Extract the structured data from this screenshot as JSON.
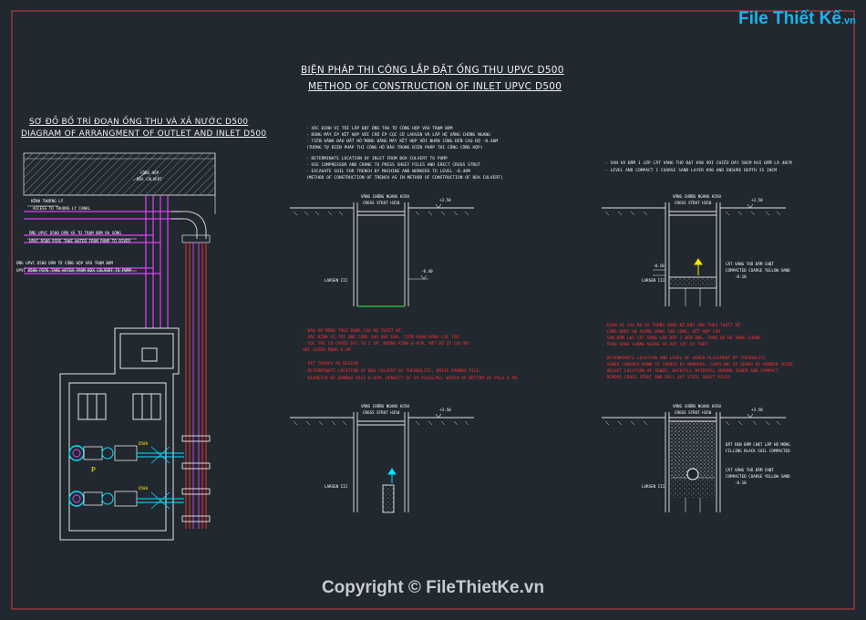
{
  "logo": {
    "text": "File Thiết Kế",
    "suffix": ".vn"
  },
  "main_title": {
    "vi": "BIỆN PHÁP THI CÔNG LẮP ĐẶT ỐNG THU UPVC D500",
    "en": "METHOD OF CONSTRUCTION OF INLET UPVC D500"
  },
  "left_title": {
    "vi": "SƠ ĐỒ BỐ TRÍ ĐOẠN ỐNG THU VÀ XẢ NƯỚC D500",
    "en": "DIAGRAM OF ARRANGMENT OF OUTLET AND INLET D500"
  },
  "left_labels": {
    "box_culvert_vi": "CỐNG HỘP",
    "box_culvert_en": "BOX CULVERT",
    "canal_vi": "KÊNH THƯỜNG LÝ",
    "canal_en": "ACCESS TO THUONG LY CANAL",
    "outlet_vi": "ỐNG UPVC D500 DẪN XẢ TỪ TRẠM BƠM RA SÔNG",
    "outlet_en": "UPVC D500 PIPE TAKE WATER FROM PUMP TO RIVER",
    "inlet_vi": "ỐNG UPVC D500 DẪN TỪ CỐNG HỘP VÀO TRẠM BƠM",
    "inlet_en": "UPVC D500 PIPE TAKE WATER FROM BOX CULVERT TO PUMP",
    "pipe_top": "D500",
    "pipe_bottom": "D500",
    "pump_mark": "P"
  },
  "notes_top_left": [
    "- XÁC ĐỊNH VỊ TRÍ LẮP ĐẶT ỐNG THU TỪ CỐNG HỘP VÀO TRẠM BƠM",
    "- DÙNG MÁY ÉP KẾT HỢP VỚI CẨU ÉP CỌC CỪ LARSEN VÀ LẮP HỆ VĂNG CHỐNG NGANG",
    "- TIẾN HÀNH ĐÀO ĐẤT HỐ MÓNG BẰNG MÁY KẾT HỢP VỚI NHÂN CÔNG ĐẾN CAO ĐỘ -0.40M",
    "(TƯƠNG TỰ BIỆN PHÁP THI CÔNG HỐ ĐÀO TRONG BIỆN PHÁP THI CÔNG CỐNG HỘP)",
    "- DETERMINATE LOCATION OF INLET FROM BOX CULVERT TO PUMP",
    "- USE COMPRESSOR AND CRANE TO PRESS SHEET PILES AND ERECT CROSS STRUT",
    "- EXCAVATE SOIL FOR TRENCH BY MACHINE AND WORKERS TO LEVEL -0.40M",
    "(METHOD OF CONSTRUCTION OF TRENCH AS IN METHOD OF CONSTRUCTION OF BOX CULVERT)"
  ],
  "notes_top_right": [
    "- SAN VÀ ĐẦM 1 LỚP CÁT VÀNG THÔ ĐẠT K90 VỚI CHIỀU DÀY 50CM KHI ĐẦM LÀ 40CM",
    "- LEVEL AND COMPACT 1 COARSE SAND LAYER K90 AND ENSURE DEPTH IS 20CM"
  ],
  "notes_mid_left": [
    "- ĐÀO HỐ MÓNG THEO ĐÚNG CAO ĐỘ THIẾT KẾ",
    "- XÁC ĐỊNH VỊ TRÍ ỐNG CỐNG SAU KHI ĐÀO, TIẾN HÀNH ĐÓNG CỌC TRE",
    "- CỌC TRE CÓ CHIỀU DÀI TỪ 2.5M, ĐƯỜNG KÍNH 6-8CM, MẬT ĐỘ 25 CỌC/M2",
    "VỚI CHIỀU RỘNG 0.5M",
    "- PIT TRENCH AS DESIGN",
    "- DETERMINATE LOCATION OF BOX CULVERT BY THEODOLITE, DRIVE BAMBOO PILE",
    "- DIAMETER OF BAMBOO PILE 6-8CM, DENSITY OF 25 PILES/M2, WIDTH OF BOTTOM OF PILE 0.5M"
  ],
  "notes_mid_right": [
    "- ĐỊNH VỊ CAO ĐỘ VÀ THẲNG HÀNG ĐỂ ĐẶT ỐNG THEO THIẾT KẾ",
    "- CỐNG ĐƯỢC HẠ XUỐNG BẰNG THỦ CÔNG, KẾT HỢP CẨU",
    "- SAN ĐẦM LẠI CÁT VÀNG LẤP ĐẦY 2 BÊN ỐNG, THÁO DỠ HỆ VĂNG CHỐNG",
    "- THÁO VĂNG CHỐNG NGANG VÀ RÚT CỌC CỪ THÉP",
    "- DETERMINATE LOCATION AND LEVEL OF SEWER PLACEMENT BY THEODOLITE",
    "- SEWER LOWERED DOWN TO TRENCH BY WORKERS, COUPLING OF SEWER BY RUBBER JOINT",
    "- ADJUST LOCATION OF SEWER, BACKFILL MATERIAL AROUND SEWER AND COMPACT",
    "- REMOVE CROSS STRUT AND PULL OUT STEEL SHEET PILES"
  ],
  "sections": {
    "strut": "VĂNG CHỐNG NGANG H350",
    "strut_en": "CROSS STRUT H350",
    "level_top": "+3.50",
    "level_040": "-0.40",
    "level_010": "-0.10",
    "larsen": "LARSEN III",
    "sand_vi": "CÁT VÀNG THÔ ĐẦM CHẶT",
    "sand_en": "COMPACTED COARSE YELLOW SAND",
    "fill_vi": "ĐẤT ĐEN ĐẦM CHẶT LẤP HỐ MÓNG",
    "fill_en": "FILLING BLACK SOIL COMPACTED"
  },
  "copyright": "Copyright © FileThietKe.vn",
  "colors": {
    "background": "#212830",
    "border": "#d04040",
    "cyan": "#00e5ff",
    "magenta": "#e040fb",
    "red": "#ff3030",
    "yellow": "#ffe600"
  }
}
